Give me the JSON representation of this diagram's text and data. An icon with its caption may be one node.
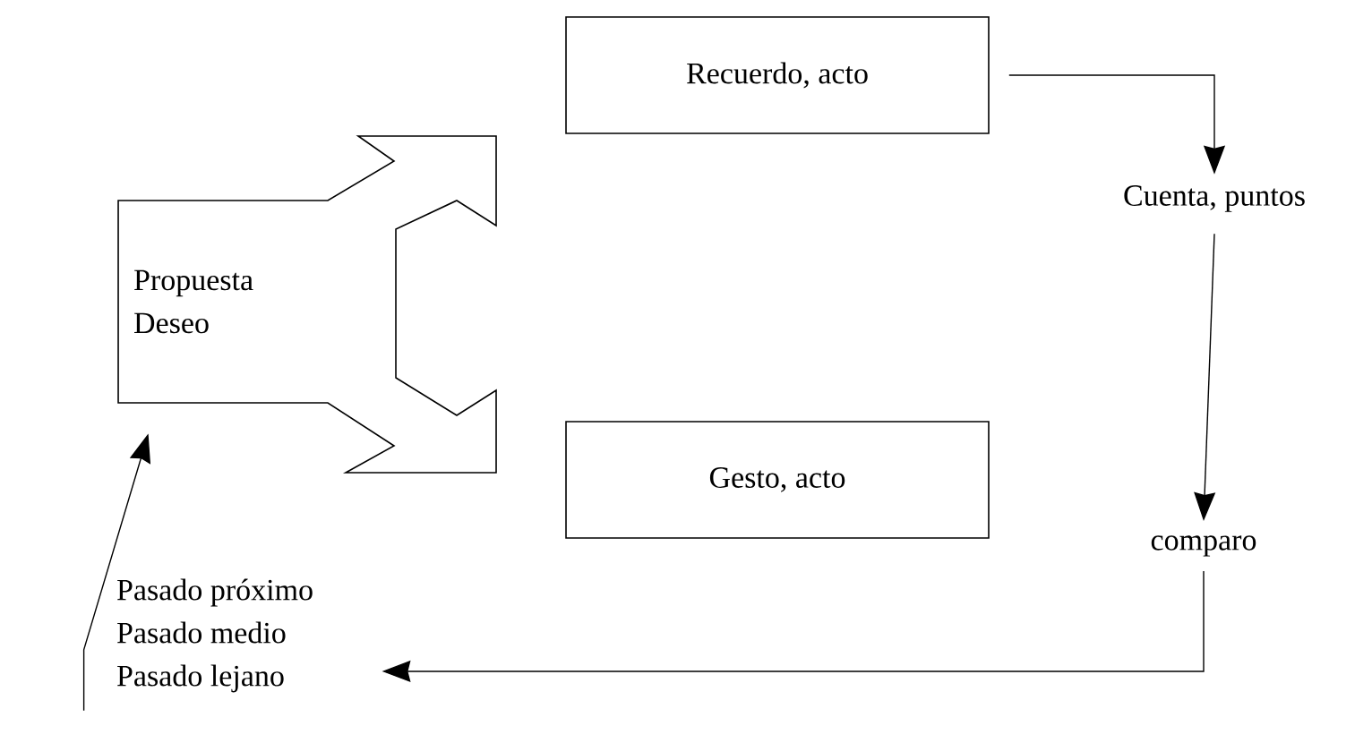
{
  "diagram": {
    "nodes": [
      {
        "text": [
          "Propuesta Deseo"
        ]
      },
      {
        "text": [
          "Recuerdo, acto"
        ]
      },
      {
        "text": [
          "Cuenta, puntos"
        ]
      },
      {
        "text": [
          "Gesto, acto"
        ]
      },
      {
        "text": [
          "comparo"
        ]
      },
      {
        "text": [
          "Pasado próximo",
          "Pasado medio",
          "Pasado lejano"
        ]
      }
    ],
    "edges": [
      {
        "from": 1,
        "to": 2,
        "arrow": "to"
      },
      {
        "from": 2,
        "to": 4,
        "arrow": "to"
      },
      {
        "from": 4,
        "to": 5,
        "arrow": "to"
      },
      {
        "from": 5,
        "to": 0,
        "arrow": "to"
      }
    ]
  }
}
